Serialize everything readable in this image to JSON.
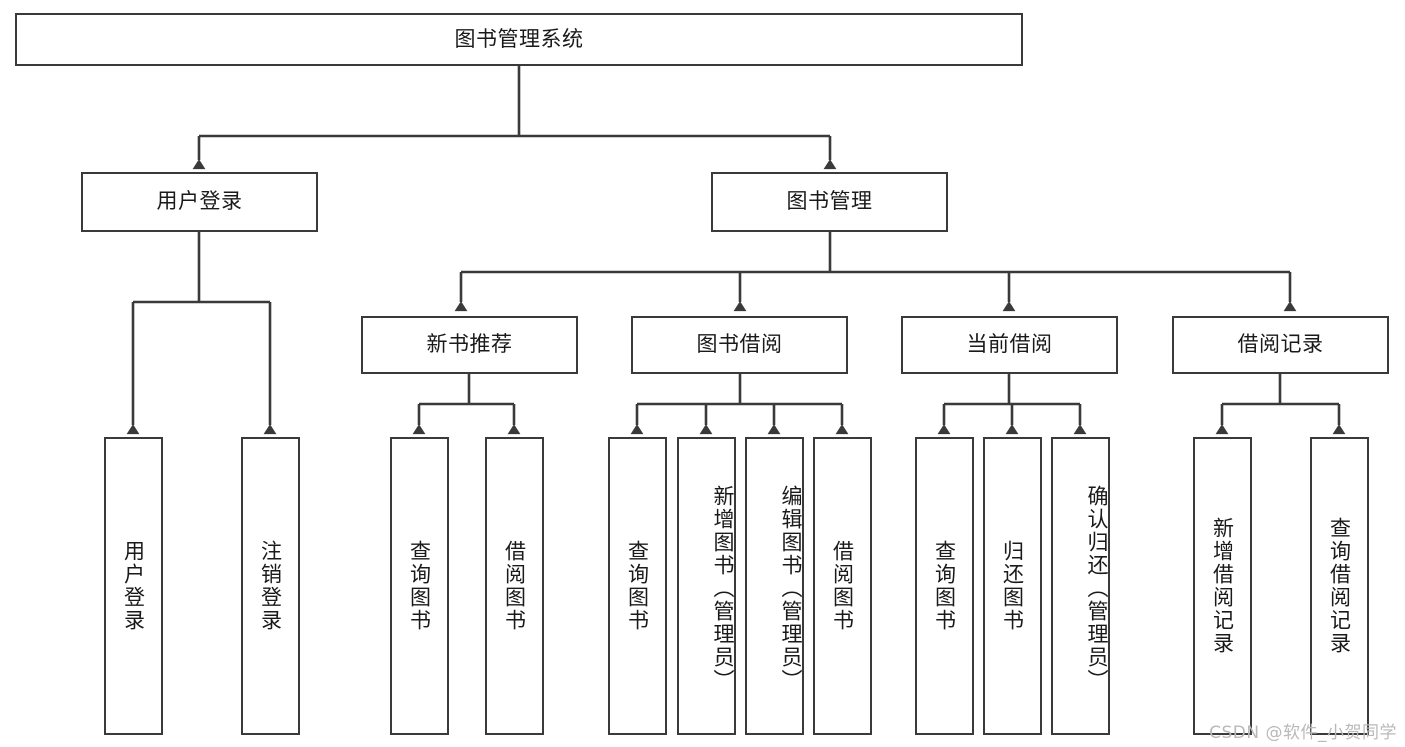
{
  "diagram": {
    "title": "图书管理系统",
    "watermark": "CSDN @软件_小贺同学",
    "line_color": "#3a3a3a",
    "box_fill": "#ffffff",
    "text_color": "#1a1a1a",
    "background": "#ffffff",
    "root": {
      "id": "root",
      "label": "图书管理系统",
      "orientation": "horizontal"
    },
    "level2": [
      {
        "id": "user-login",
        "label": "用户登录",
        "orientation": "horizontal"
      },
      {
        "id": "book-manage",
        "label": "图书管理",
        "orientation": "horizontal"
      }
    ],
    "level3": [
      {
        "id": "new-book-recommend",
        "label": "新书推荐",
        "orientation": "horizontal",
        "parent": "book-manage"
      },
      {
        "id": "book-borrow",
        "label": "图书借阅",
        "orientation": "horizontal",
        "parent": "book-manage"
      },
      {
        "id": "current-borrow",
        "label": "当前借阅",
        "orientation": "horizontal",
        "parent": "book-manage"
      },
      {
        "id": "borrow-record",
        "label": "借阅记录",
        "orientation": "horizontal",
        "parent": "book-manage"
      }
    ],
    "leaves": [
      {
        "id": "leaf-user-login",
        "label": "用户登录",
        "parent": "user-login"
      },
      {
        "id": "leaf-user-logout",
        "label": "注销登录",
        "parent": "user-login"
      },
      {
        "id": "leaf-query-book-recommend",
        "label": "查询图书",
        "parent": "new-book-recommend"
      },
      {
        "id": "leaf-borrow-book-recommend",
        "label": "借阅图书",
        "parent": "new-book-recommend"
      },
      {
        "id": "leaf-query-book-borrow",
        "label": "查询图书",
        "parent": "book-borrow"
      },
      {
        "id": "leaf-add-book-admin",
        "label": "新增图书（管理员）",
        "parent": "book-borrow"
      },
      {
        "id": "leaf-edit-book-admin",
        "label": "编辑图书（管理员）",
        "parent": "book-borrow"
      },
      {
        "id": "leaf-borrow-book",
        "label": "借阅图书",
        "parent": "book-borrow"
      },
      {
        "id": "leaf-query-book-current",
        "label": "查询图书",
        "parent": "current-borrow"
      },
      {
        "id": "leaf-return-book",
        "label": "归还图书",
        "parent": "current-borrow"
      },
      {
        "id": "leaf-confirm-return-admin",
        "label": "确认归还（管理员）",
        "parent": "current-borrow"
      },
      {
        "id": "leaf-add-borrow-record",
        "label": "新增借阅记录",
        "parent": "borrow-record"
      },
      {
        "id": "leaf-query-borrow-record",
        "label": "查询借阅记录",
        "parent": "borrow-record"
      }
    ]
  },
  "chart_data": {
    "type": "diagram",
    "subtype": "tree-hierarchy",
    "title": "图书管理系统",
    "orientation": "top-down",
    "levels": 4,
    "nodes": [
      {
        "id": "root",
        "label": "图书管理系统",
        "level": 0,
        "parent": null
      },
      {
        "id": "user-login",
        "label": "用户登录",
        "level": 1,
        "parent": "root"
      },
      {
        "id": "book-manage",
        "label": "图书管理",
        "level": 1,
        "parent": "root"
      },
      {
        "id": "leaf-user-login",
        "label": "用户登录",
        "level": 2,
        "parent": "user-login"
      },
      {
        "id": "leaf-user-logout",
        "label": "注销登录",
        "level": 2,
        "parent": "user-login"
      },
      {
        "id": "new-book-recommend",
        "label": "新书推荐",
        "level": 2,
        "parent": "book-manage"
      },
      {
        "id": "book-borrow",
        "label": "图书借阅",
        "level": 2,
        "parent": "book-manage"
      },
      {
        "id": "current-borrow",
        "label": "当前借阅",
        "level": 2,
        "parent": "book-manage"
      },
      {
        "id": "borrow-record",
        "label": "借阅记录",
        "level": 2,
        "parent": "book-manage"
      },
      {
        "id": "leaf-query-book-recommend",
        "label": "查询图书",
        "level": 3,
        "parent": "new-book-recommend"
      },
      {
        "id": "leaf-borrow-book-recommend",
        "label": "借阅图书",
        "level": 3,
        "parent": "new-book-recommend"
      },
      {
        "id": "leaf-query-book-borrow",
        "label": "查询图书",
        "level": 3,
        "parent": "book-borrow"
      },
      {
        "id": "leaf-add-book-admin",
        "label": "新增图书（管理员）",
        "level": 3,
        "parent": "book-borrow"
      },
      {
        "id": "leaf-edit-book-admin",
        "label": "编辑图书（管理员）",
        "level": 3,
        "parent": "book-borrow"
      },
      {
        "id": "leaf-borrow-book",
        "label": "借阅图书",
        "level": 3,
        "parent": "book-borrow"
      },
      {
        "id": "leaf-query-book-current",
        "label": "查询图书",
        "level": 3,
        "parent": "current-borrow"
      },
      {
        "id": "leaf-return-book",
        "label": "归还图书",
        "level": 3,
        "parent": "current-borrow"
      },
      {
        "id": "leaf-confirm-return-admin",
        "label": "确认归还（管理员）",
        "level": 3,
        "parent": "current-borrow"
      },
      {
        "id": "leaf-add-borrow-record",
        "label": "新增借阅记录",
        "level": 3,
        "parent": "borrow-record"
      },
      {
        "id": "leaf-query-borrow-record",
        "label": "查询借阅记录",
        "level": 3,
        "parent": "borrow-record"
      }
    ],
    "edge_style": "orthogonal-with-arrowhead"
  }
}
